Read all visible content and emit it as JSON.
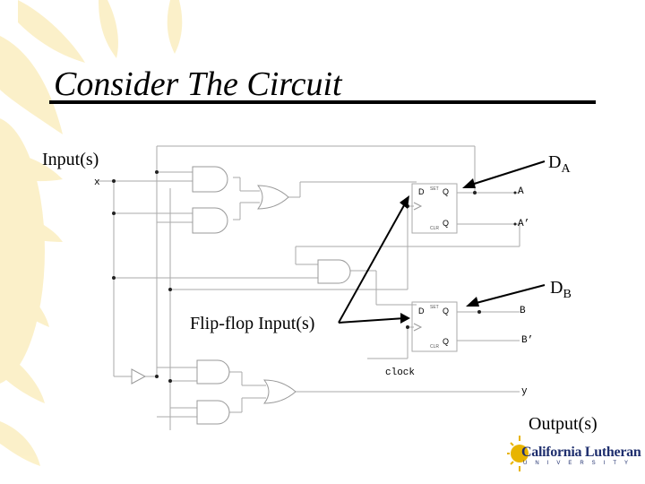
{
  "slide": {
    "title": "Consider The Circuit",
    "callouts": {
      "inputs": "Input(s)",
      "da": "D",
      "da_sub": "A",
      "db": "D",
      "db_sub": "B",
      "flipflop_inputs": "Flip-flop Input(s)",
      "outputs": "Output(s)"
    },
    "signals": {
      "x": "x",
      "a": "A",
      "a_prime": "A’",
      "b": "B",
      "b_prime": "B’",
      "clock": "clock",
      "y": "y"
    },
    "flipflop_pins": {
      "d": "D",
      "q": "Q",
      "q_bar": "Q",
      "set": "SET",
      "clr": "CLR"
    },
    "logo": {
      "name": "California Lutheran",
      "sub": "UNIVERSITY"
    },
    "colors": {
      "sunburst": "#fbeec0",
      "wire": "#aaaaaa",
      "logo_blue": "#1f2f6e",
      "logo_gold": "#e8b400"
    }
  }
}
